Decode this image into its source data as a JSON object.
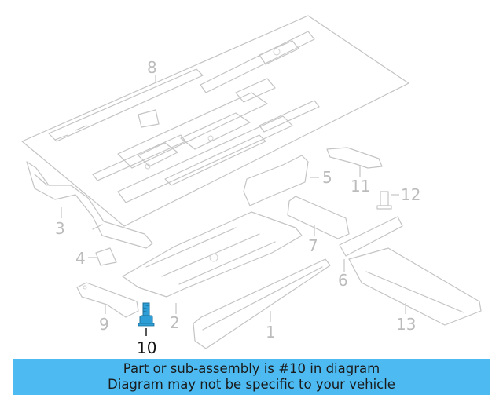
{
  "callouts": {
    "c1": "1",
    "c2": "2",
    "c3": "3",
    "c4": "4",
    "c5": "5",
    "c6": "6",
    "c7": "7",
    "c8": "8",
    "c9": "9",
    "c10": "10",
    "c11": "11",
    "c12": "12",
    "c13": "13"
  },
  "highlighted_part": "10",
  "colors": {
    "banner": "#4dbbf2",
    "highlight_part": "#2e9fd6",
    "line_art": "#c4c4c4"
  },
  "banner": {
    "line1": "Part or sub-assembly is #10 in diagram",
    "line2": "Diagram may not be specific to your vehicle"
  }
}
